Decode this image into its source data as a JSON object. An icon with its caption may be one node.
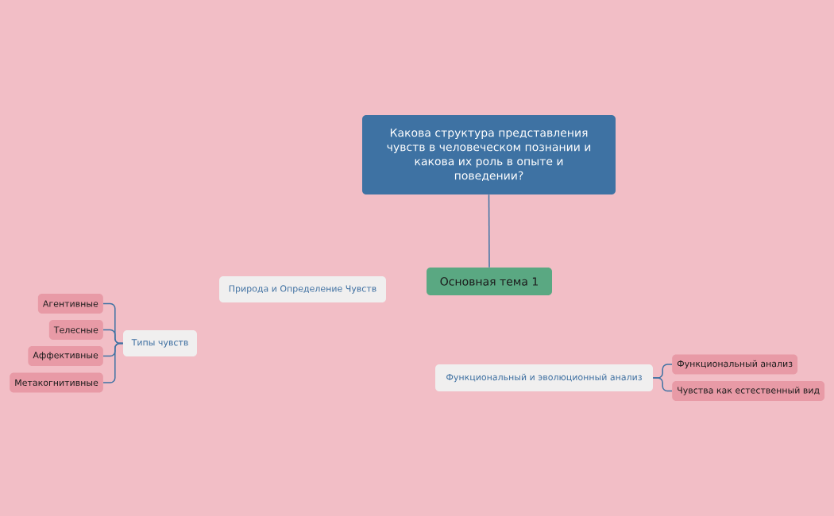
{
  "diagram": {
    "nodes": [
      {
        "text": [
          "Какова структура представления чувств в человеческом познании и какова их роль в опыте и поведении?"
        ]
      },
      {
        "text": [
          "Основная тема 1"
        ]
      },
      {
        "text": [
          "Природа и Определение Чувств"
        ]
      },
      {
        "text": [
          "Типы чувств"
        ]
      },
      {
        "text": [
          "Агентивные"
        ]
      },
      {
        "text": [
          "Телесные"
        ]
      },
      {
        "text": [
          "Аффективные"
        ]
      },
      {
        "text": [
          "Метакогнитивные"
        ]
      },
      {
        "text": [
          "Функциональный и эволюционный анализ"
        ]
      },
      {
        "text": [
          "Функциональный анализ"
        ]
      },
      {
        "text": [
          "Чувства как естественный вид"
        ]
      }
    ],
    "edges": [
      {
        "from": 0,
        "to": 1,
        "arrow": "none"
      },
      {
        "from": 3,
        "to": 4,
        "arrow": "none"
      },
      {
        "from": 3,
        "to": 5,
        "arrow": "none"
      },
      {
        "from": 3,
        "to": 6,
        "arrow": "none"
      },
      {
        "from": 3,
        "to": 7,
        "arrow": "none"
      },
      {
        "from": 8,
        "to": 9,
        "arrow": "none"
      },
      {
        "from": 8,
        "to": 10,
        "arrow": "none"
      }
    ]
  }
}
